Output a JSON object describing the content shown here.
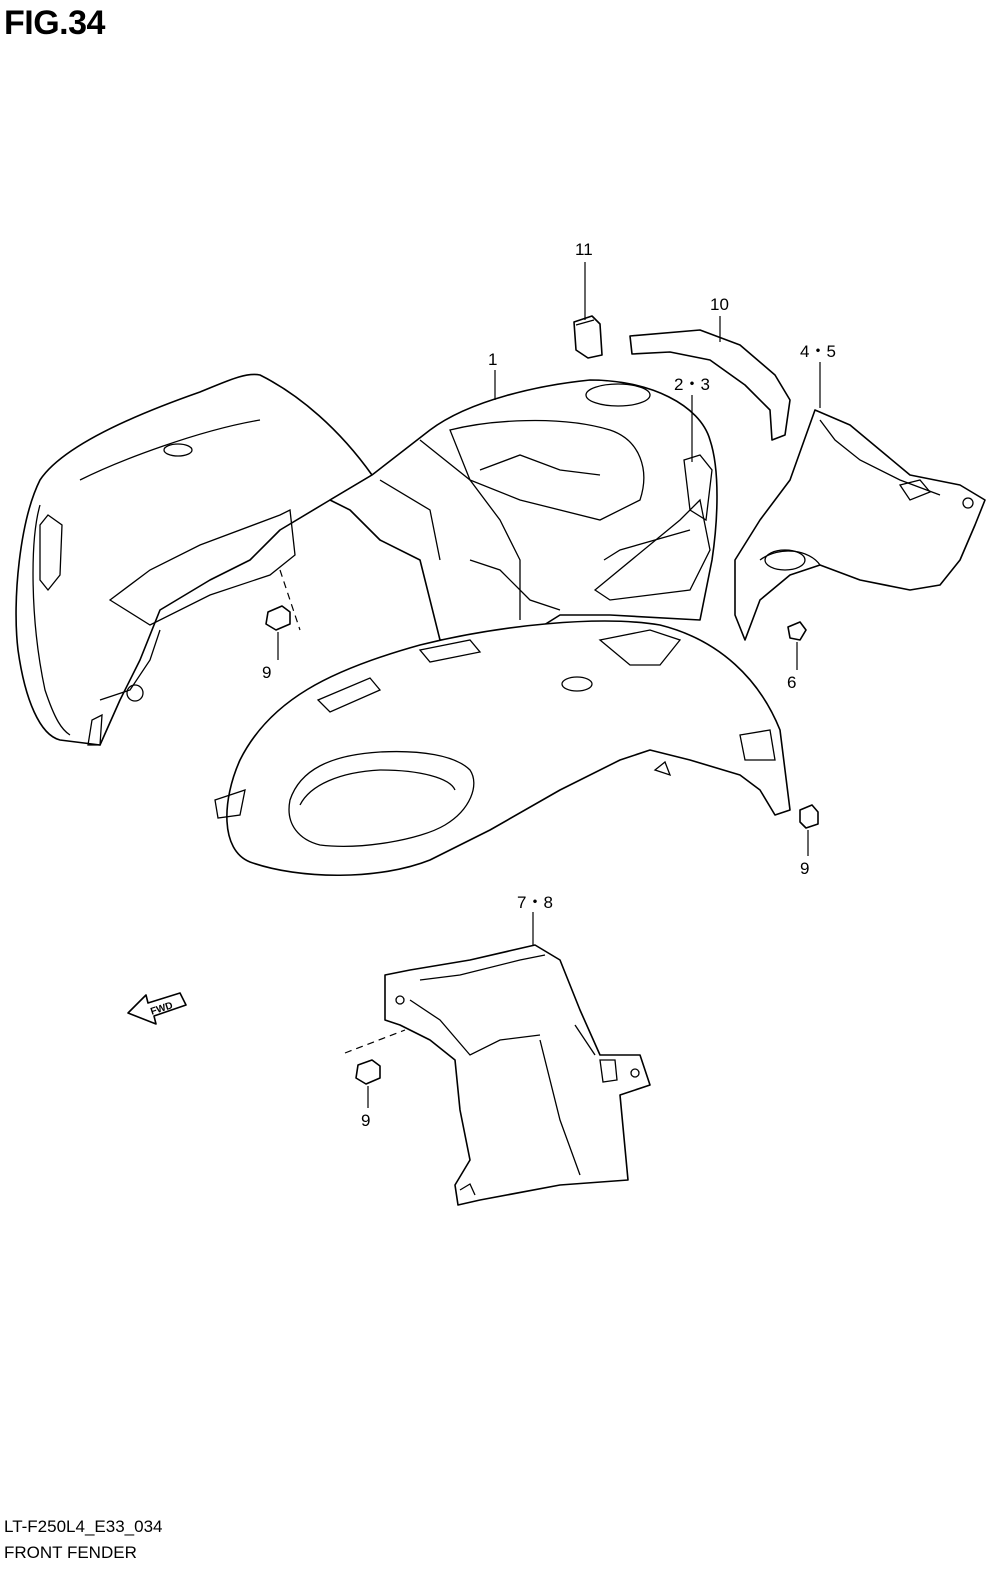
{
  "figure": {
    "title": "FIG.34",
    "code": "LT-F250L4_E33_034",
    "caption": "FRONT FENDER"
  },
  "fwd_arrow": {
    "label": "FWD",
    "icon": "fwd-arrow-icon"
  },
  "callouts": [
    {
      "id": "callout-11",
      "text": "11"
    },
    {
      "id": "callout-10",
      "text": "10"
    },
    {
      "id": "callout-1",
      "text": "1"
    },
    {
      "id": "callout-2-3",
      "text": "2・3"
    },
    {
      "id": "callout-4-5",
      "text": "4・5"
    },
    {
      "id": "callout-9-left",
      "text": "9"
    },
    {
      "id": "callout-6",
      "text": "6"
    },
    {
      "id": "callout-9-right",
      "text": "9"
    },
    {
      "id": "callout-7-8",
      "text": "7・8"
    },
    {
      "id": "callout-9-bottom",
      "text": "9"
    }
  ]
}
